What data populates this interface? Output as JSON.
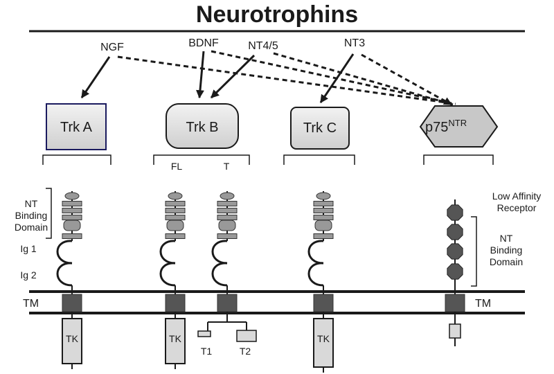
{
  "title": "Neurotrophins",
  "ligands": {
    "ngf": "NGF",
    "bdnf": "BDNF",
    "nt45": "NT4/5",
    "nt3": "NT3"
  },
  "receptors": {
    "trka": "Trk A",
    "trkb": "Trk B",
    "trkc": "Trk C",
    "p75_base": "p75",
    "p75_sup": "NTR"
  },
  "isoforms": {
    "fl": "FL",
    "t": "T",
    "t1": "T1",
    "t2": "T2"
  },
  "domain_labels": {
    "nt_binding_left": [
      "NT",
      "Binding",
      "Domain"
    ],
    "ig1": "Ig 1",
    "ig2": "Ig 2",
    "tm_left": "TM",
    "tm_right": "TM",
    "low_affinity": [
      "Low Affinity",
      "Receptor"
    ],
    "nt_binding_right": [
      "NT",
      "Binding",
      "Domain"
    ]
  },
  "kinase_label": "TK",
  "colors": {
    "box_fill": "#d9d9d9",
    "trka_border": "#1a1a5e",
    "domain_gray": "#999999",
    "tm_dark": "#555555",
    "line": "#1a1a1a"
  }
}
